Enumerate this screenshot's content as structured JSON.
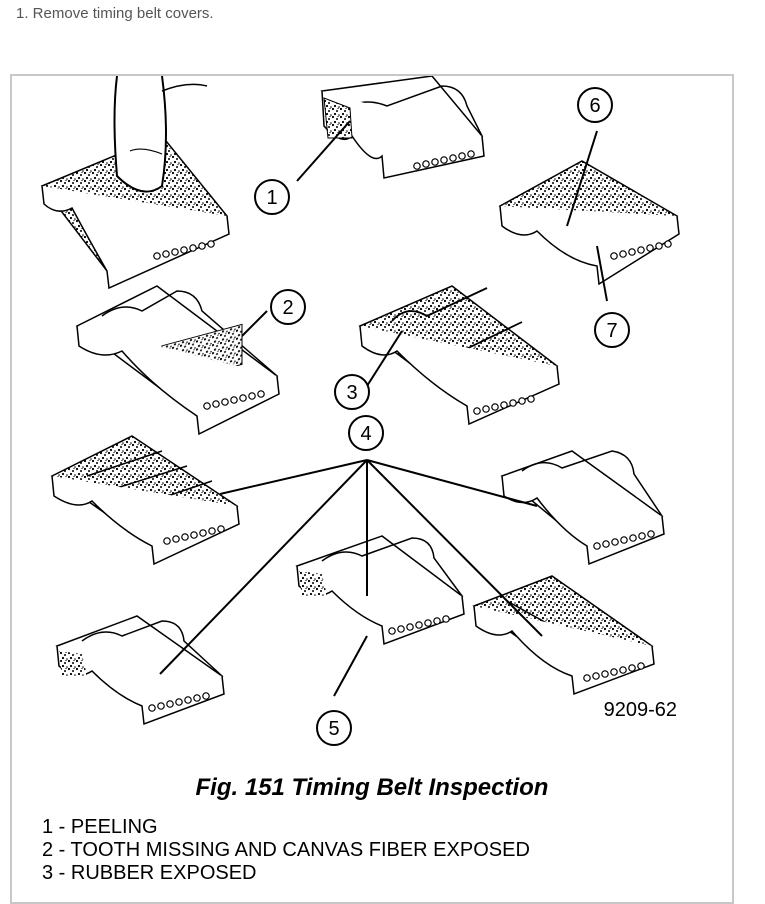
{
  "step": {
    "text": "1. Remove timing belt covers."
  },
  "figure": {
    "callouts": [
      "1",
      "2",
      "3",
      "4",
      "5",
      "6",
      "7"
    ],
    "ref_code": "9209-62",
    "caption": "Fig. 151 Timing Belt Inspection",
    "legend": [
      "1 - PEELING",
      "2 - TOOTH MISSING AND CANVAS FIBER EXPOSED",
      "3 - RUBBER EXPOSED"
    ]
  }
}
